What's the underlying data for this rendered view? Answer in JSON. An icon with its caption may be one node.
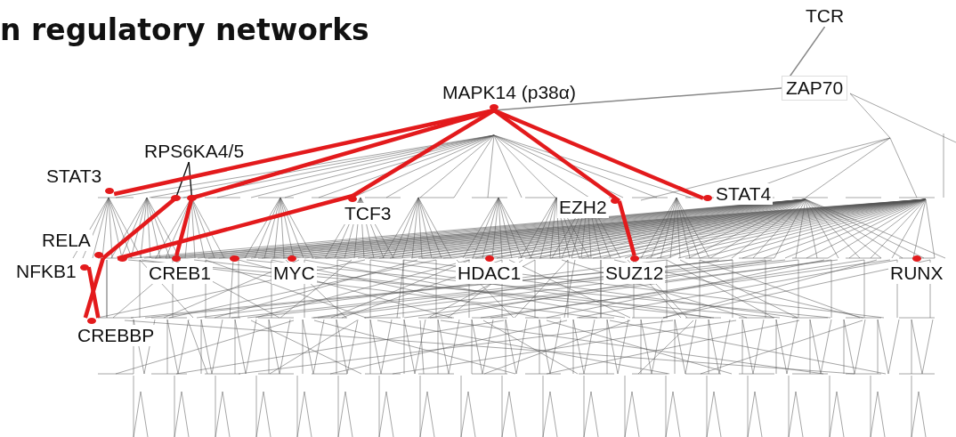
{
  "diagram": {
    "title": "n regulatory networks",
    "nodes": [
      {
        "text": [
          "TCR"
        ]
      },
      {
        "text": [
          "ZAP70"
        ]
      },
      {
        "text": [
          "MAPK14 (p38α)"
        ]
      },
      {
        "text": [
          "RPS6KA4/5"
        ]
      },
      {
        "text": [],
        "shape": "circle"
      },
      {
        "text": [],
        "shape": "circle"
      },
      {
        "text": [
          "STAT3"
        ]
      },
      {
        "text": [
          "TCF3"
        ]
      },
      {
        "text": [
          "EZH2"
        ]
      },
      {
        "text": [
          "STAT4"
        ]
      },
      {
        "text": [
          "RELA"
        ]
      },
      {
        "text": [
          "NFKB1"
        ]
      },
      {
        "text": [],
        "shape": "circle"
      },
      {
        "text": [
          "CREB1"
        ]
      },
      {
        "text": [],
        "shape": "circle"
      },
      {
        "text": [
          "MYC"
        ]
      },
      {
        "text": [
          "HDAC1"
        ]
      },
      {
        "text": [
          "SUZ12"
        ]
      },
      {
        "text": [
          "RUNX"
        ]
      },
      {
        "text": [
          "CREBBP"
        ]
      }
    ],
    "edges": [
      {
        "from": 0,
        "to": 1,
        "arrow": "none",
        "color": "#888888"
      },
      {
        "from": 1,
        "to": 2,
        "arrow": "none",
        "color": "#888888"
      },
      {
        "from": 3,
        "to": 4,
        "arrow": "none",
        "color": "#111111"
      },
      {
        "from": 3,
        "to": 5,
        "arrow": "none",
        "color": "#111111"
      },
      {
        "from": 2,
        "to": 6,
        "arrow": "none"
      },
      {
        "from": 2,
        "to": 5,
        "arrow": "none"
      },
      {
        "from": 2,
        "to": 7,
        "arrow": "none"
      },
      {
        "from": 2,
        "to": 8,
        "arrow": "none"
      },
      {
        "from": 2,
        "to": 9,
        "arrow": "none"
      },
      {
        "from": 8,
        "to": 17,
        "arrow": "none"
      },
      {
        "from": 4,
        "to": 10,
        "arrow": "none"
      },
      {
        "from": 5,
        "to": 13,
        "arrow": "none"
      },
      {
        "from": 7,
        "to": 12,
        "arrow": "none"
      },
      {
        "from": 10,
        "to": 19,
        "arrow": "none"
      },
      {
        "from": 11,
        "to": 19,
        "arrow": "none"
      }
    ]
  }
}
